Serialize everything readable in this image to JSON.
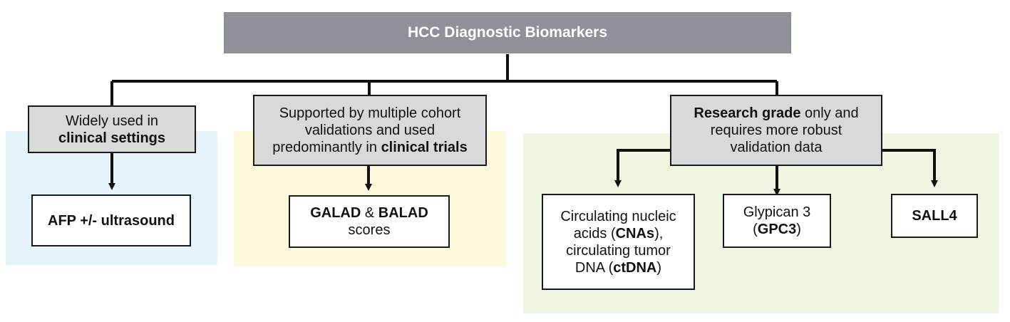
{
  "title": "HCC Diagnostic Biomarkers",
  "categories": {
    "clinical": {
      "line1": "Widely used in",
      "line2": "clinical settings"
    },
    "trials": {
      "line1": "Supported by multiple cohort",
      "line2": "validations and used",
      "line3_prefix": "predominantly in ",
      "line3_bold": "clinical trials"
    },
    "research": {
      "line1_bold": "Research grade",
      "line1_rest": " only and",
      "line2": "requires more robust",
      "line3": "validation data"
    }
  },
  "biomarkers": {
    "afp": "AFP +/- ultrasound",
    "galad": {
      "bold1": "GALAD",
      "amp": " & ",
      "bold2": "BALAD",
      "line2": "scores"
    },
    "cna": {
      "line1": "Circulating nucleic",
      "line2_prefix": "acids (",
      "line2_bold": "CNAs",
      "line2_suffix": "),",
      "line3": "circulating tumor",
      "line4_prefix": "DNA (",
      "line4_bold": "ctDNA",
      "line4_suffix": ")"
    },
    "gpc3": {
      "line1": "Glypican 3",
      "line2_prefix": "(",
      "line2_bold": "GPC3",
      "line2_suffix": ")"
    },
    "sall4": "SALL4"
  },
  "colors": {
    "title_bg": "#8e9197",
    "category_bg": "#d9d9d9",
    "panel_blue": "#e5f3fa",
    "panel_yellow": "#fdfadb",
    "panel_green": "#eef6e2"
  }
}
